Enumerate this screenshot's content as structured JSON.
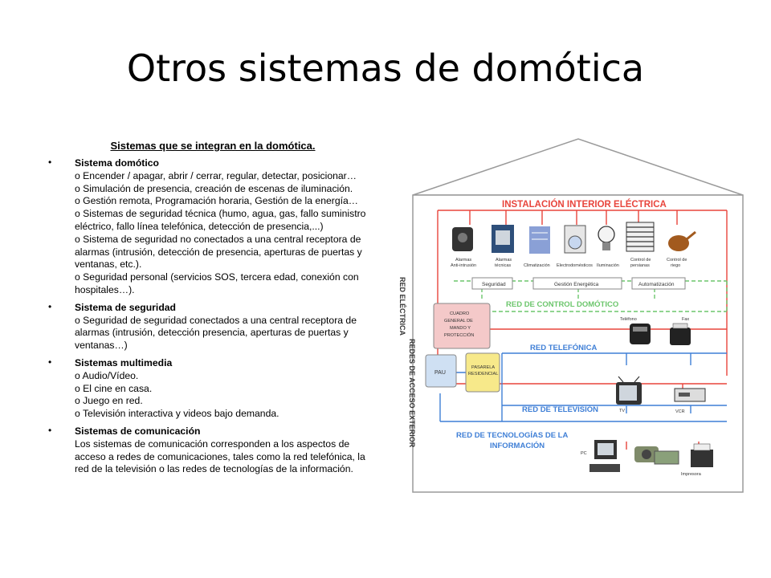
{
  "slide": {
    "title": "Otros sistemas de domótica",
    "subtitle": "Sistemas que se integran en la domótica."
  },
  "bullets": [
    {
      "head": " Sistema domótico",
      "lines": [
        "o Encender / apagar, abrir / cerrar, regular, detectar, posicionar…",
        "o Simulación de presencia, creación de escenas de iluminación.",
        "o Gestión remota, Programación horaria, Gestión de la energía…",
        "o Sistemas de seguridad técnica (humo, agua, gas, fallo suministro eléctrico, fallo línea telefónica, detección de presencia,...)",
        "o Sistema de seguridad no conectados a una central receptora de alarmas (intrusión, detección de presencia, aperturas de puertas y ventanas, etc.).",
        "o Seguridad personal (servicios SOS, tercera edad, conexión con hospitales…)."
      ]
    },
    {
      "head": "Sistema de seguridad",
      "lines": [
        "o Seguridad de seguridad conectados a una central receptora de alarmas (intrusión, detección presencia, aperturas de puertas y ventanas…)"
      ]
    },
    {
      "head": "Sistemas multimedia",
      "lines": [
        "o Audio/Vídeo.",
        "o El cine en casa.",
        "o Juego en red.",
        "o Televisión interactiva y videos bajo demanda."
      ]
    },
    {
      "head": "Sistemas de comunicación",
      "lines": [
        "Los sistemas de comunicación corresponden a los aspectos de acceso a redes de comunicaciones, tales como la red telefónica, la red de la televisión o las redes de tecnologías de la información."
      ]
    }
  ],
  "diagram": {
    "header": "INSTALACIÓN INTERIOR ELÉCTRICA",
    "red_electrica": "RED ELÉCTRICA",
    "redes_acceso": "REDES DE ACCESO EXTERIOR",
    "devices": {
      "alarmas_intrusion": [
        "Alarmas",
        "Anti-intrusión"
      ],
      "alarmas_tecnicas": [
        "Alarmas",
        "técnicas"
      ],
      "climatizacion": "Climatización",
      "electrodomesticos": "Electrodomésticos",
      "iluminacion": "Iluminación",
      "control_persianas": [
        "Control de",
        "persianas"
      ],
      "control_riego": [
        "Control de",
        "riego"
      ],
      "telefono": "Teléfono",
      "fax": "Fax",
      "tv": "TV",
      "vcr": "VCR",
      "pc": "PC",
      "impresora": "Impresora"
    },
    "groups": {
      "seguridad": "Seguridad",
      "gestion": "Gestión Energética",
      "automatizacion": "Automatización"
    },
    "cuadro": [
      "CUADRO",
      "GENERAL DE",
      "MANDO Y",
      "PROTECCIÓN"
    ],
    "pau": "PAU",
    "pasarela": [
      "PASARELA",
      "RESIDENCIAL"
    ],
    "networks": {
      "control": "RED DE CONTROL DOMÓTICO",
      "telefonica": "RED TELEFÓNICA",
      "television": "RED DE TELEVISIÓN",
      "ti": [
        "RED DE TECNOLOGÍAS DE LA",
        "INFORMACIÓN"
      ]
    },
    "colors": {
      "red": "#e8453c",
      "green": "#6cc66c",
      "blue": "#3f7fd6",
      "pink_fill": "#f4c9c9",
      "yellow_fill": "#f7e98a"
    }
  }
}
